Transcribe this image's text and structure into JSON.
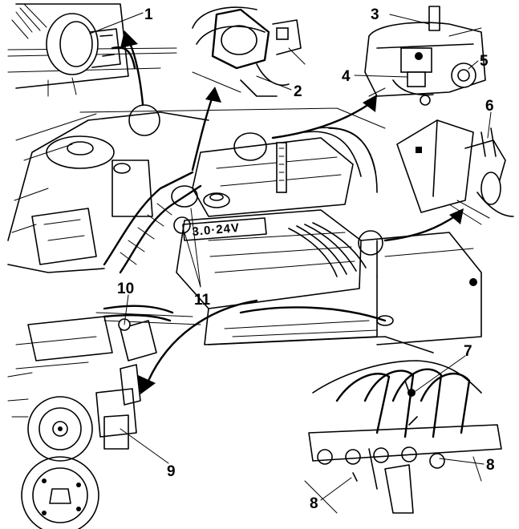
{
  "engine_badge": "3.0·24V",
  "callouts": [
    "1",
    "2",
    "3",
    "4",
    "5",
    "6",
    "7",
    "8",
    "8",
    "9",
    "10",
    "11"
  ]
}
